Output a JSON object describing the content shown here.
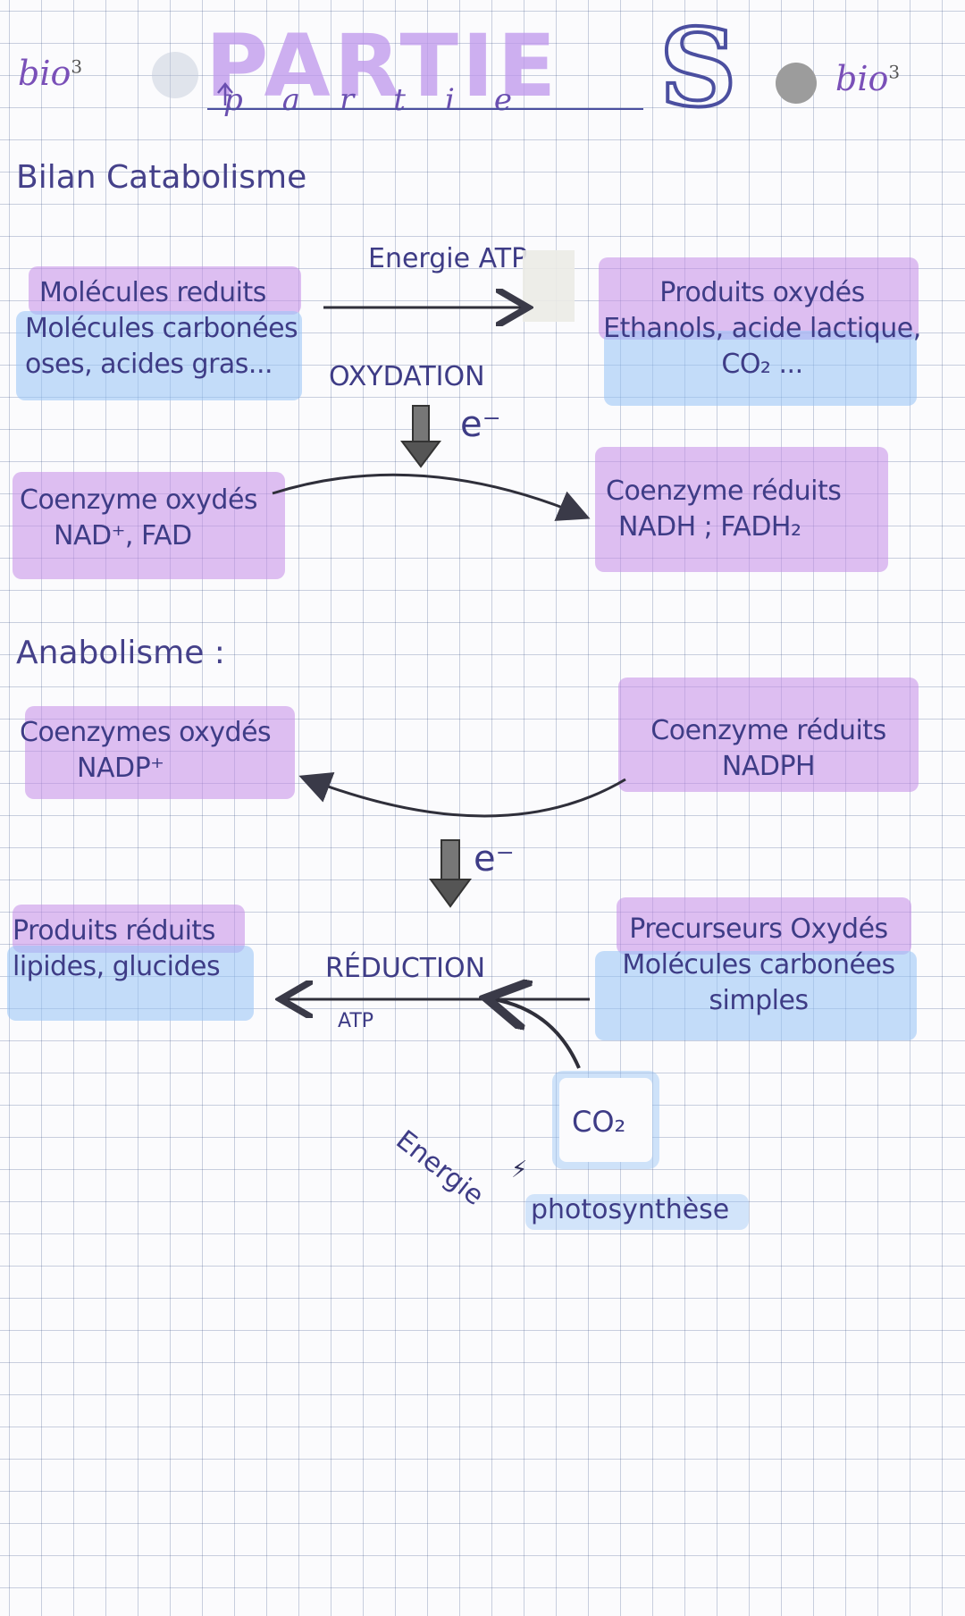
{
  "header": {
    "left_tag": "bio",
    "left_sup": "3",
    "title": "PARTIE",
    "title_s": "S",
    "subtitle": "partie",
    "right_tag": "bio",
    "right_sup": "3"
  },
  "catabolism": {
    "heading": "Bilan Catabolisme",
    "reduced_molecules": [
      "Molécules reduits",
      "Molécules carbonées",
      "oses, acides gras..."
    ],
    "oxidized_products": [
      "Produits oxydés",
      "Ethanols, acide lactique,",
      "CO₂ ..."
    ],
    "energy_label": "Energie ATP",
    "oxidation_label": "OXYDATION",
    "electron_label": "e⁻",
    "coenzyme_oxidized": [
      "Coenzyme oxydés",
      "NAD⁺, FAD"
    ],
    "coenzyme_reduced": [
      "Coenzyme réduits",
      "NADH ; FADH₂"
    ]
  },
  "anabolism": {
    "heading": "Anabolisme :",
    "coenzyme_oxidized": [
      "Coenzymes oxydés",
      "NADP⁺"
    ],
    "coenzyme_reduced": [
      "Coenzyme réduits",
      "NADPH"
    ],
    "electron_label": "e⁻",
    "reduced_products": [
      "Produits réduits",
      "lipides, glucides"
    ],
    "oxidized_precursors": [
      "Precurseurs Oxydés",
      "Molécules carbonées",
      "simples"
    ],
    "reduction_label": "RÉDUCTION",
    "atp_label": "ATP",
    "energy_label": "Energie",
    "co2_label": "CO₂",
    "photosynthesis_label": "photosynthèse"
  },
  "colors": {
    "purple_highlight": "#c48ce8",
    "blue_highlight": "#96c3f5",
    "ink": "#3e3c86"
  }
}
